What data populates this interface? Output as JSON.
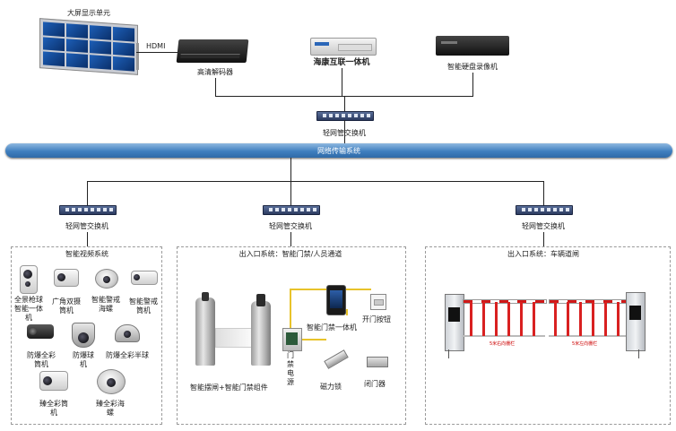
{
  "top": {
    "video_wall_label": "大屏显示单元",
    "hdmi_label": "HDMI",
    "decoder_label": "高清解码器",
    "all_in_one_brand": "海康互联一体机",
    "nvr_label": "智能硬盘录像机",
    "core_switch_label": "轻网管交换机"
  },
  "network": {
    "bar_label": "网络传输系统"
  },
  "sections": {
    "video": {
      "switch_label": "轻网管交换机",
      "title": "智能视频系统",
      "cameras": [
        "全景枪球智能一体机",
        "广角双摄筒机",
        "智能警戒海螺",
        "智能警戒筒机",
        "防爆全彩筒机",
        "防爆球机",
        "防爆全彩半球",
        "臻全彩筒机",
        "臻全彩海螺"
      ]
    },
    "access": {
      "switch_label": "轻网管交换机",
      "title": "出入口系统：智能门禁/人员通道",
      "turnstile_label": "智能摆闸+智能门禁组件",
      "power_label": "门禁电源",
      "terminal_label": "智能门禁一体机",
      "exit_button_label": "开门按钮",
      "lock_label": "磁力锁",
      "closer_label": "闭门器"
    },
    "vehicle": {
      "switch_label": "轻网管交换机",
      "title": "出入口系统：车辆道闸",
      "arm_left_sign": "5米右向栅栏",
      "arm_right_sign": "5米左向栅栏"
    }
  }
}
